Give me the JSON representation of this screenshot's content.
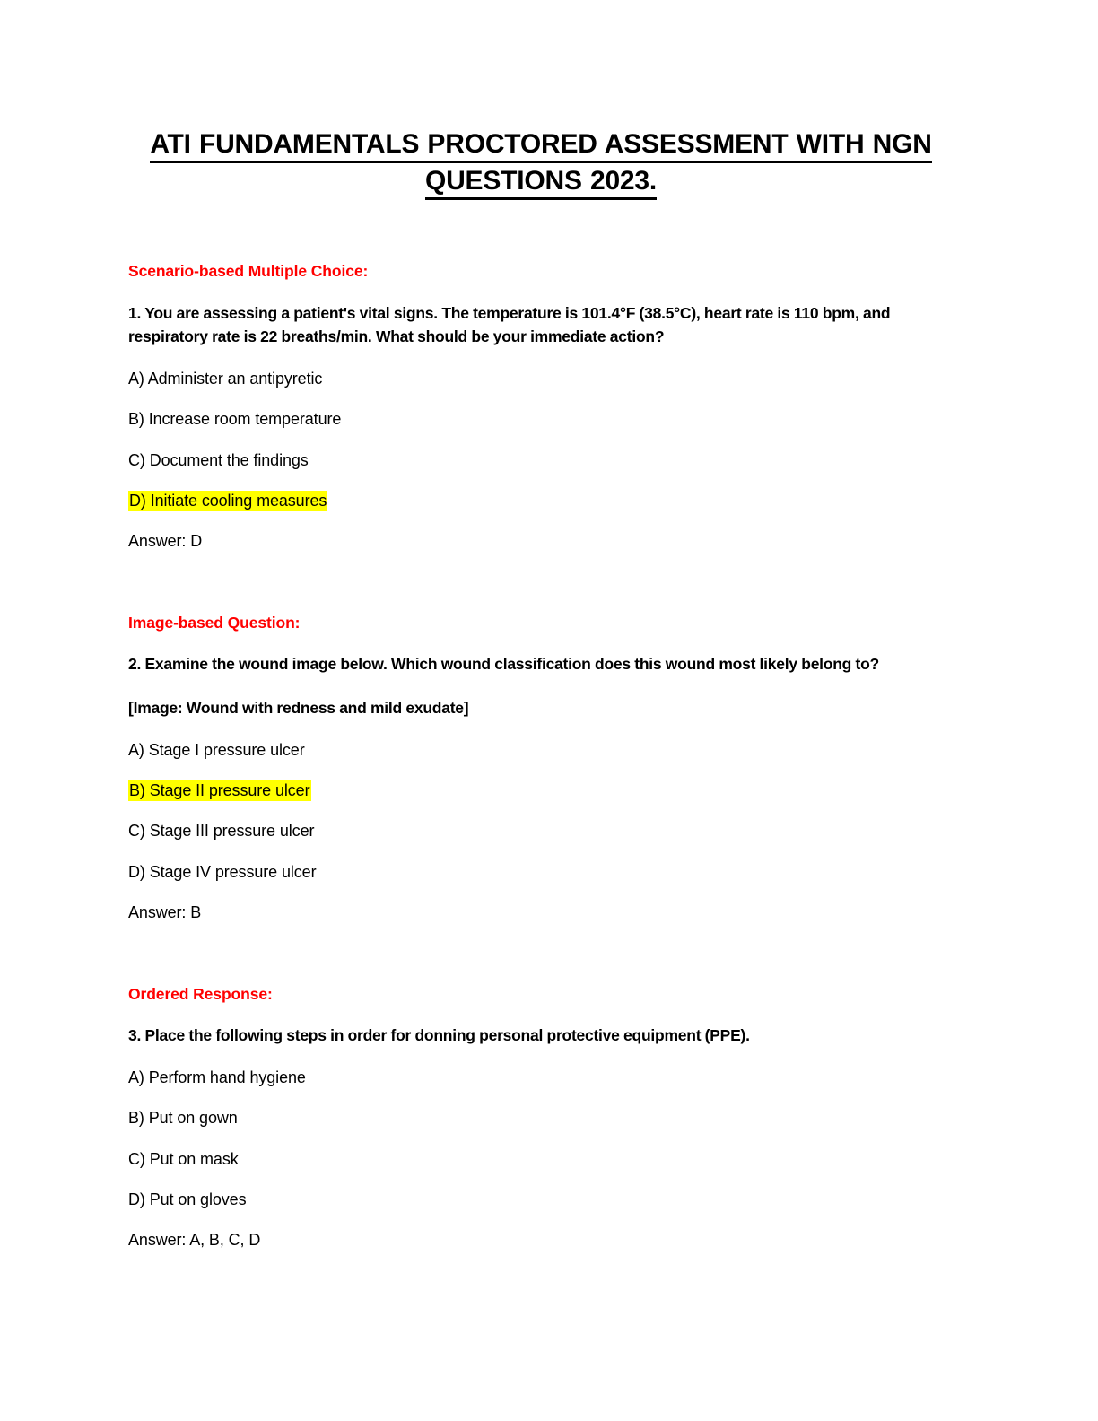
{
  "document": {
    "title": "ATI FUNDAMENTALS PROCTORED ASSESSMENT WITH NGN QUESTIONS 2023.",
    "colors": {
      "section_heading": "#FF0000",
      "highlight": "#FFFF00",
      "body_text": "#000000",
      "page_background": "#FFFFFF"
    }
  },
  "sections": [
    {
      "heading": "Scenario-based Multiple Choice:",
      "question": "1. You are assessing a patient's vital signs. The temperature is 101.4°F (38.5°C), heart rate is 110 bpm, and respiratory rate is 22 breaths/min. What should be your immediate action?",
      "options": [
        {
          "label": "A) Administer an antipyretic",
          "highlighted": false
        },
        {
          "label": "B) Increase room temperature",
          "highlighted": false
        },
        {
          "label": "C) Document the findings",
          "highlighted": false
        },
        {
          "label": "D) Initiate cooling measures",
          "highlighted": true
        }
      ],
      "answer": "Answer: D"
    },
    {
      "heading": "Image-based Question:",
      "question": "2. Examine the wound image below. Which wound classification does this wound most likely belong to?",
      "image_placeholder": "[Image: Wound with redness and mild exudate]",
      "options": [
        {
          "label": "A) Stage I pressure ulcer",
          "highlighted": false
        },
        {
          "label": "B) Stage II pressure ulcer",
          "highlighted": true
        },
        {
          "label": "C) Stage III pressure ulcer",
          "highlighted": false
        },
        {
          "label": "D) Stage IV pressure ulcer",
          "highlighted": false
        }
      ],
      "answer": "Answer: B"
    },
    {
      "heading": "Ordered Response:",
      "question": "3. Place the following steps in order for donning personal protective equipment (PPE).",
      "options": [
        {
          "label": "A) Perform hand hygiene",
          "highlighted": false
        },
        {
          "label": "B) Put on gown",
          "highlighted": false
        },
        {
          "label": "C) Put on mask",
          "highlighted": false
        },
        {
          "label": "D) Put on gloves",
          "highlighted": false
        }
      ],
      "answer": "Answer: A, B, C, D"
    }
  ]
}
